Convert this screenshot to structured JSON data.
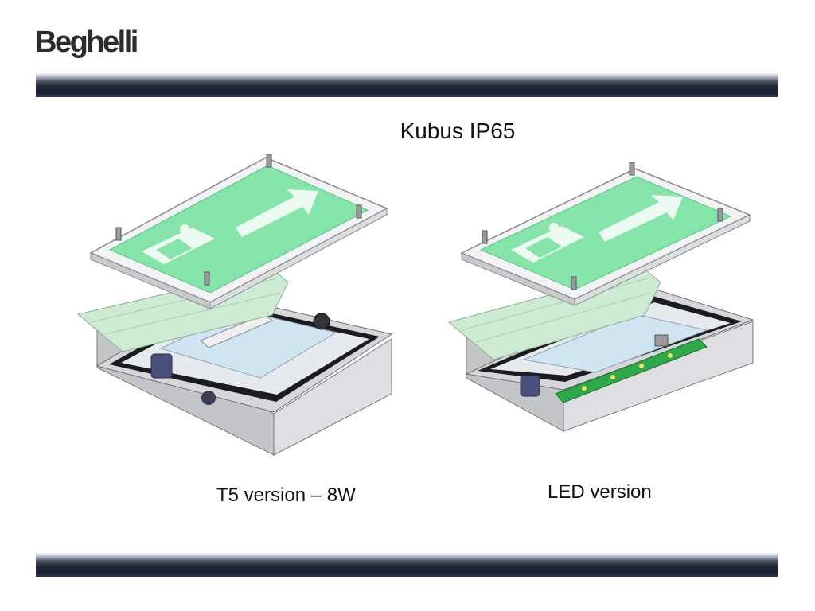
{
  "brand": {
    "logo_text": "Beghelli"
  },
  "slide": {
    "title": "Kubus IP65"
  },
  "products": [
    {
      "caption": "T5 version – 8W"
    },
    {
      "caption": "LED version"
    }
  ],
  "colors": {
    "sign_green": "#7ee6a8",
    "housing_grey": "#d4d4d6",
    "bar_dark": "#1b1f30",
    "led_pcb_green": "#2fa84a"
  }
}
